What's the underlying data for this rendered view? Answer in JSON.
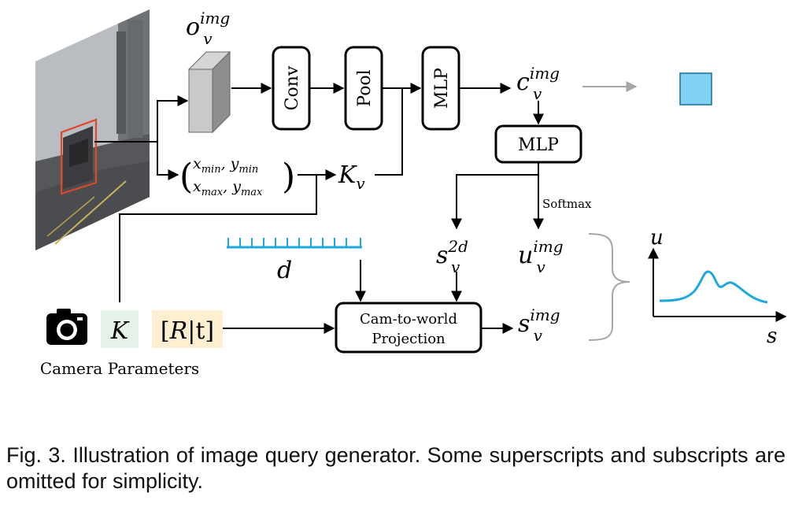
{
  "diagram": {
    "obj_feature": {
      "base": "o",
      "sub": "v",
      "sup": "img"
    },
    "blocks": {
      "conv": "Conv",
      "pool": "Pool",
      "mlp_top": "MLP",
      "mlp_mid": "MLP"
    },
    "cls_output": {
      "base": "c",
      "sub": "v",
      "sup": "img"
    },
    "bbox": {
      "row1_a": "x",
      "row1_a_sub": "min",
      "row1_sep": ", ",
      "row1_b": "y",
      "row1_b_sub": "min",
      "row2_a": "x",
      "row2_a_sub": "max",
      "row2_sep": ", ",
      "row2_b": "y",
      "row2_b_sub": "max"
    },
    "kv": {
      "base": "K",
      "sub": "v"
    },
    "softmax_label": "Softmax",
    "s2d": {
      "base": "s",
      "sub": "v",
      "sup": "2d"
    },
    "u_img": {
      "base": "u",
      "sub": "v",
      "sup": "img"
    },
    "depth_label": "d",
    "projection": {
      "line1": "Cam-to-world",
      "line2": "Projection"
    },
    "s_img": {
      "base": "s",
      "sub": "v",
      "sup": "img"
    },
    "intrinsics": "K",
    "extrinsics": {
      "open": "[",
      "r": "R",
      "bar": "|",
      "t": "t",
      "close": "]"
    },
    "camera_caption": "Camera Parameters",
    "plot": {
      "ylabel": "u",
      "xlabel": "s"
    },
    "colors": {
      "accent": "#1ea8dc",
      "square": "#7fd0f2",
      "k_bg": "#e6f1e8",
      "rt_bg": "#fdefd0",
      "gray": "#a6a6a6"
    }
  },
  "caption": "Fig. 3. Illustration of image query generator. Some superscripts and subscripts are omitted for simplicity."
}
